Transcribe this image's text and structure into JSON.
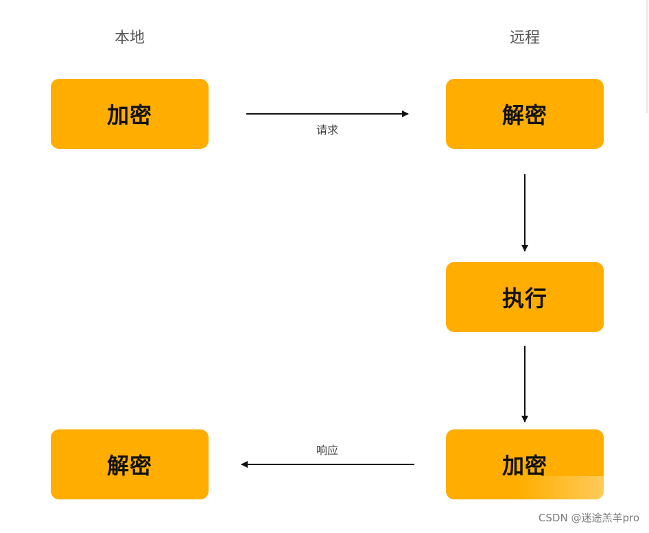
{
  "columns": {
    "local": "本地",
    "remote": "远程"
  },
  "nodes": {
    "local_encrypt": "加密",
    "remote_decrypt": "解密",
    "remote_execute": "执行",
    "remote_encrypt": "加密",
    "local_decrypt": "解密"
  },
  "edges": {
    "request": "请求",
    "response": "响应"
  },
  "colors": {
    "node_fill": "#FFAE00",
    "arrow": "#111111"
  },
  "watermark": "CSDN @迷途羔羊pro"
}
